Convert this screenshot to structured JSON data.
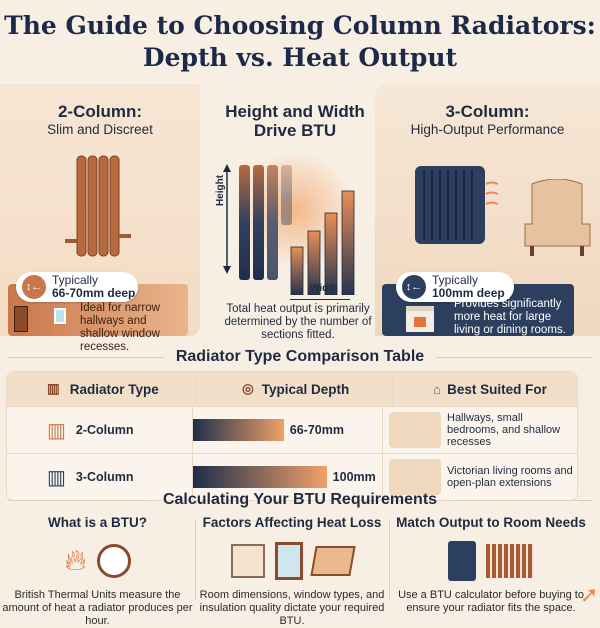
{
  "title": {
    "line1": "The Guide to Choosing Column Radiators:",
    "line2": "Depth vs. Heat Output"
  },
  "colors": {
    "copper": "#c9774a",
    "navy": "#2c3f5f",
    "background": "#f8efe4"
  },
  "left_panel": {
    "heading": "2-Column:",
    "subheading": "Slim and Discreet",
    "depth_line1": "Typically",
    "depth_line2": "66-70mm deep",
    "description": "Ideal for narrow hallways and shallow window recesses.",
    "icons": [
      "depth-arrows-icon",
      "door-icon",
      "window-icon"
    ]
  },
  "center_panel": {
    "heading_line1": "Height and Width",
    "heading_line2": "Drive BTU",
    "height_label": "Height",
    "width_label": "Width",
    "description": "Total heat output is primarily determined by the number of sections fitted."
  },
  "right_panel": {
    "heading": "3-Column:",
    "subheading": "High-Output Performance",
    "depth_line1": "Typically",
    "depth_line2": "100mm deep",
    "description": "Provides significantly more heat for large living or dining rooms.",
    "icons": [
      "depth-arrows-icon",
      "fireplace-icon",
      "armchair-icon"
    ]
  },
  "table": {
    "title": "Radiator Type Comparison Table",
    "headers": [
      "Radiator Type",
      "Typical Depth",
      "Best Suited For"
    ],
    "rows": [
      {
        "type": "2-Column",
        "depth": "66-70mm",
        "depth_mm": 68,
        "suited": "Hallways, small bedrooms, and shallow recesses",
        "color": "#c9774a"
      },
      {
        "type": "3-Column",
        "depth": "100mm",
        "depth_mm": 100,
        "suited": "Victorian living rooms and open-plan extensions",
        "color": "#2c3f5f"
      }
    ]
  },
  "btu": {
    "title": "Calculating Your BTU Requirements",
    "columns": [
      {
        "heading": "What is a BTU?",
        "text": "British Thermal Units measure the amount of heat a radiator produces per hour.",
        "icons": [
          "flame-icon",
          "clock-icon"
        ]
      },
      {
        "heading": "Factors Affecting Heat Loss",
        "text": "Room dimensions, window types, and insulation quality dictate your required BTU.",
        "icons": [
          "floor-plan-icon",
          "window-icon",
          "insulation-icon"
        ]
      },
      {
        "heading": "Match Output to Room Needs",
        "text": "Use a BTU calculator before buying to ensure your radiator fits the space.",
        "icons": [
          "calculator-icon",
          "radiator-icon"
        ]
      }
    ]
  }
}
